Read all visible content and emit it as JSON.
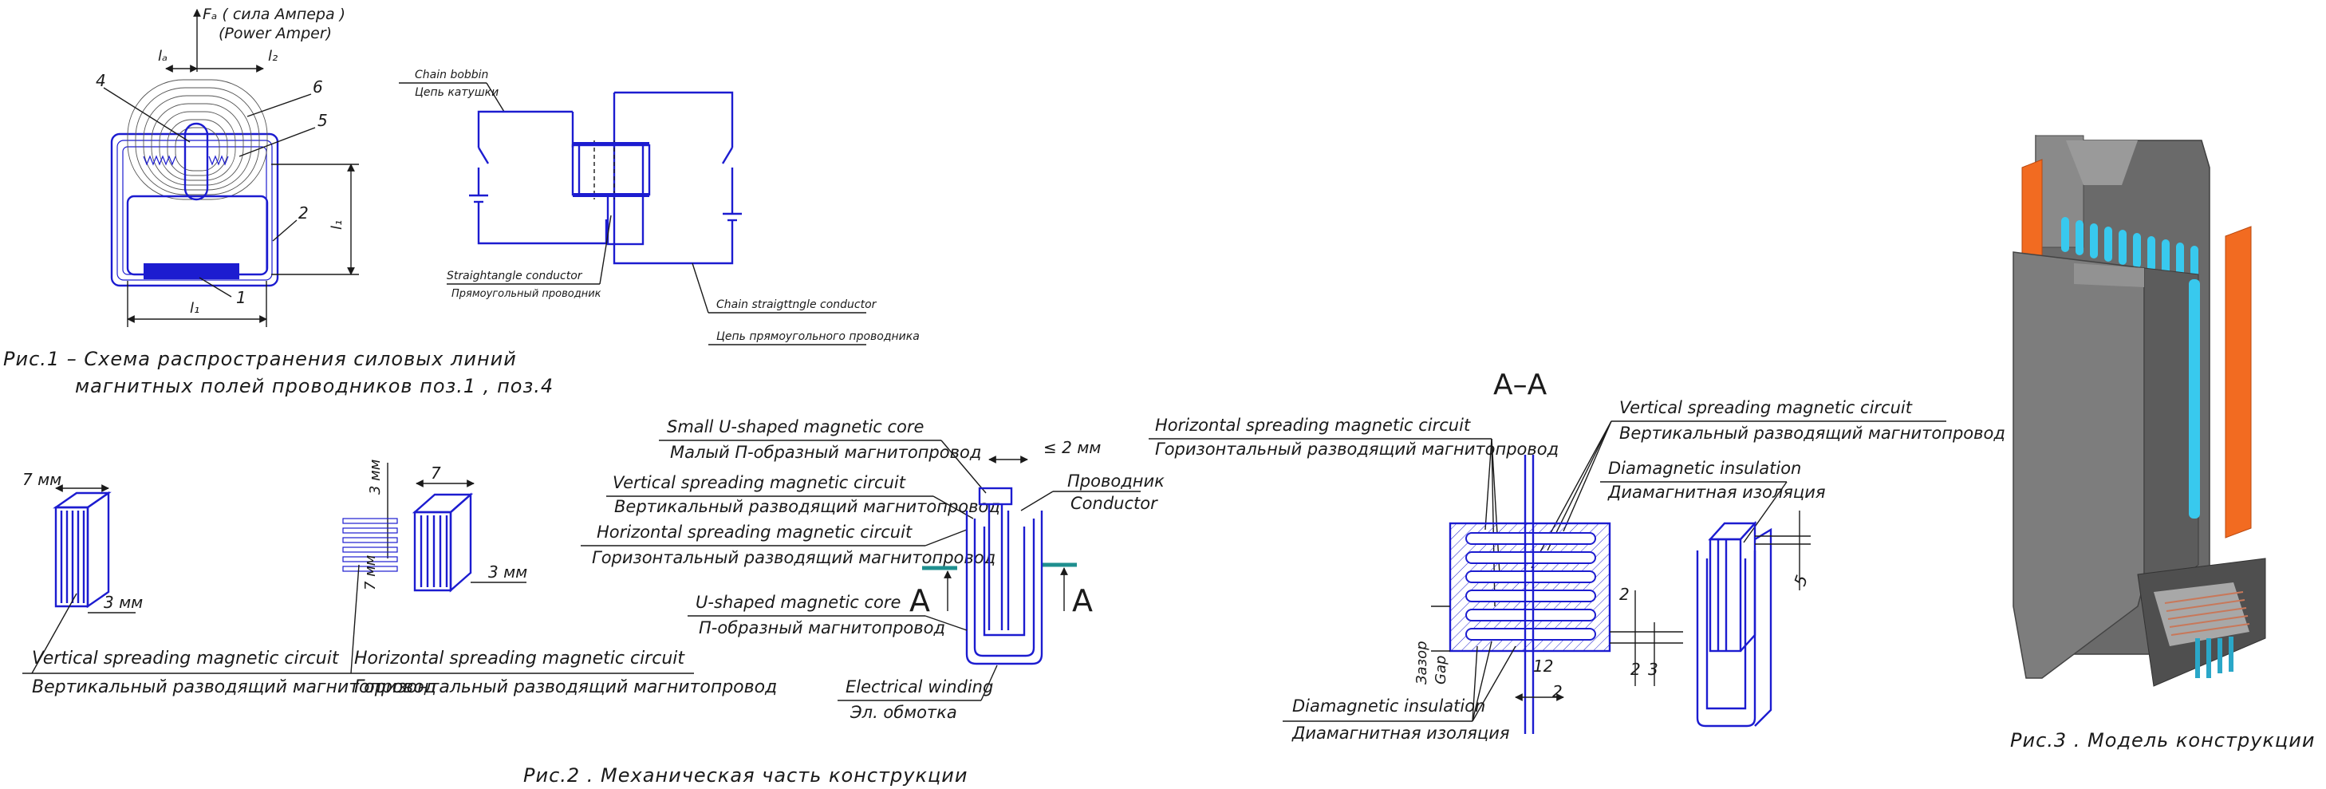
{
  "colors": {
    "wire": "#1c1cd0",
    "ink": "#1a1a1a",
    "teal": "#1f8f8f",
    "orange": "#f26b21",
    "cyan": "#38c9ee",
    "body_gray": "#7a7a7a"
  },
  "fig1": {
    "force_label": "Fₐ ( сила Ампера )",
    "force_label_en": "(Power Amper)",
    "dim_la": "lₐ",
    "dim_lb": "l₂",
    "dim_lc": "l₁",
    "dim_bottom": "l₁",
    "callouts": [
      "4",
      "6",
      "5",
      "2",
      "1"
    ],
    "caption_line1": "Рис.1 – Схема распространения  силовых  линий",
    "caption_line2": "магнитных  полей  проводников  поз.1 ,  поз.4"
  },
  "circuit": {
    "chain_bobbin_en": "Chain bobbin",
    "chain_bobbin_ru": "Цепь катушки",
    "straight_en": "Straightangle conductor",
    "straight_ru": "Прямоугольный  проводник",
    "chain_straight_en": "Chain straigttngle conductor",
    "chain_straight_ru": "Цепь прямоугольного проводника"
  },
  "fig2": {
    "left_dim_top": "7 мм",
    "left_dim_bottom": "3 мм",
    "mid_dim_3": "3 мм",
    "mid_dim_7": "7",
    "mid_dim_7mm": "7 мм",
    "mid_dim_3b": "3 мм",
    "vertical_en": "Vertical  spreading  magnetic  circuit",
    "vertical_ru": "Вертикальный  разводящий  магнитопровод",
    "horizontal_en": "Horizontal  spreading  magnetic  circuit",
    "horizontal_ru": "Горизонтальный  разводящий  магнитопровод",
    "small_u_en": "Small U-shaped magnetic core",
    "small_u_ru": "Малый П-образный магнитопровод",
    "gap_label": "≤ 2 мм",
    "conductor_ru": "Проводник",
    "conductor_en": "Conductor",
    "vert_en": "Vertical  spreading  magnetic circuit",
    "vert_ru": "Вертикальный  разводящий  магнитопровод",
    "horiz_en": "Horizontal  spreading  magnetic  circuit",
    "horiz_ru": "Горизонтальный разводящий магнитопровод",
    "u_core_en": "U-shaped  magnetic  core",
    "u_core_ru": "П-образный магнитопровод",
    "winding_en": "Electrical  winding",
    "winding_ru": "Эл. обмотка",
    "section_mark": "А",
    "caption": "Рис.2 . Механическая  часть  конструкции"
  },
  "section": {
    "title": "А–А",
    "horizontal_en": "Horizontal  spreading  magnetic circuit",
    "horizontal_ru": "Горизонтальный  разводящий  магнитопровод",
    "vertical_en": "Vertical  spreading  magnetic  circuit",
    "vertical_ru": "Вертикальный  разводящий  магнитопровод",
    "diamag_en": "Diamagnetic  insulation",
    "diamag_ru": "Диамагнитная изоляция",
    "diamag2_en": "Diamagnetic  insulation",
    "diamag2_ru": "Диамагнитная изоляция",
    "gap_ru": "Зазор",
    "gap_en": "Gap",
    "dims": [
      "2",
      "2",
      "3",
      "12",
      "2",
      "5"
    ]
  },
  "fig3": {
    "caption": "Рис.3 . Модель  конструкции"
  }
}
